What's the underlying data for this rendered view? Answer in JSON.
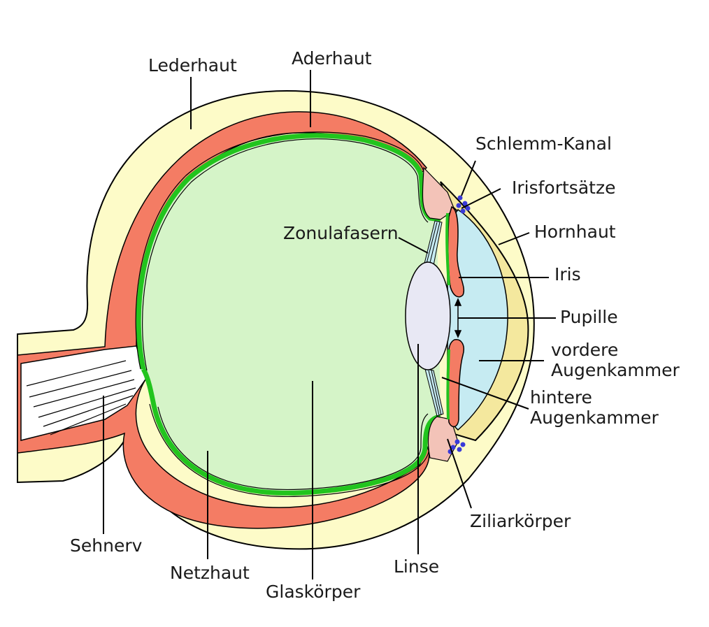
{
  "labels": {
    "lederhaut": "Lederhaut",
    "aderhaut": "Aderhaut",
    "schlemm_kanal": "Schlemm-Kanal",
    "irisfortsaetze": "Irisfortsätze",
    "hornhaut": "Hornhaut",
    "zonulafasern": "Zonulafasern",
    "iris": "Iris",
    "pupille": "Pupille",
    "vordere_1": "vordere",
    "vordere_2": "Augenkammer",
    "hintere_1": "hintere",
    "hintere_2": "Augenkammer",
    "ziliarkoerper": "Ziliarkörper",
    "sehnerv": "Sehnerv",
    "netzhaut": "Netzhaut",
    "glaskoerper": "Glaskörper",
    "linse": "Linse"
  },
  "colors": {
    "sclera": "#fdfbc8",
    "cornea": "#f4e89e",
    "choroid": "#f47c64",
    "retina": "#22c41e",
    "vitreous": "#d5f4c8",
    "aqueous": "#c6ebf2",
    "lens": "#e8e8f4",
    "ciliary": "#f3c3b8",
    "schlemm_dots": "#3a3ad8"
  }
}
